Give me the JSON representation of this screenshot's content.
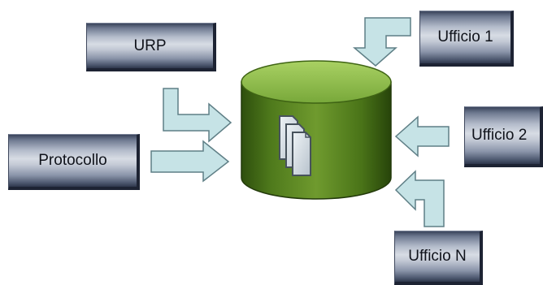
{
  "diagram": {
    "database": {
      "icon": "documents-icon",
      "color": "#5e8a28"
    },
    "nodes": {
      "urp": "URP",
      "protocollo": "Protocollo",
      "ufficio_1": "Ufficio 1",
      "ufficio_2": "Ufficio 2",
      "ufficio_n": "Ufficio N"
    },
    "arrow_fill": "#c6e3e6",
    "arrow_stroke": "#5f7f86"
  }
}
